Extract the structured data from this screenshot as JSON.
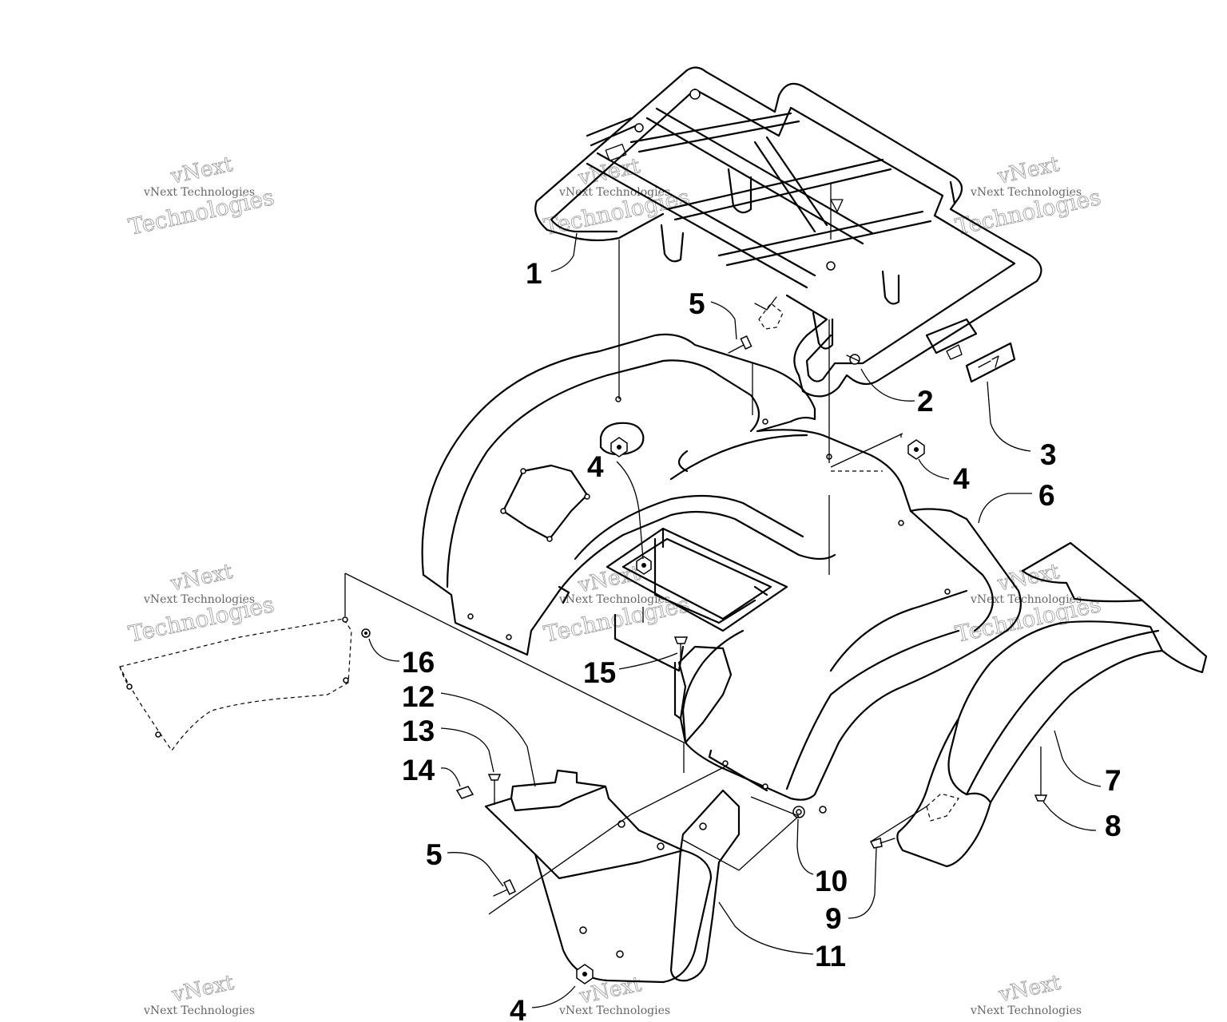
{
  "watermark": {
    "line1": "vNext",
    "line2": "vNext Technologies",
    "line3": "Technologies"
  },
  "callouts": [
    {
      "id": "c1",
      "label": "1"
    },
    {
      "id": "c2",
      "label": "2"
    },
    {
      "id": "c3",
      "label": "3"
    },
    {
      "id": "c4a",
      "label": "4"
    },
    {
      "id": "c4b",
      "label": "4"
    },
    {
      "id": "c4c",
      "label": "4"
    },
    {
      "id": "c5a",
      "label": "5"
    },
    {
      "id": "c5b",
      "label": "5"
    },
    {
      "id": "c6",
      "label": "6"
    },
    {
      "id": "c7",
      "label": "7"
    },
    {
      "id": "c8",
      "label": "8"
    },
    {
      "id": "c9",
      "label": "9"
    },
    {
      "id": "c10",
      "label": "10"
    },
    {
      "id": "c11",
      "label": "11"
    },
    {
      "id": "c12",
      "label": "12"
    },
    {
      "id": "c13",
      "label": "13"
    },
    {
      "id": "c14",
      "label": "14"
    },
    {
      "id": "c15",
      "label": "15"
    },
    {
      "id": "c16",
      "label": "16"
    }
  ]
}
